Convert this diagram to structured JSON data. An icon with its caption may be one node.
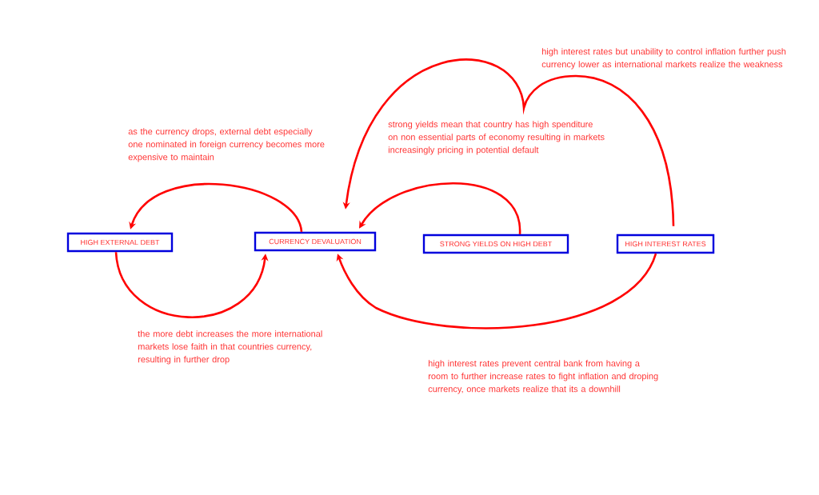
{
  "diagram": {
    "nodes": [
      {
        "text": [
          "HIGH EXTERNAL DEBT"
        ]
      },
      {
        "text": [
          "CURRENCY DEVALUATION"
        ]
      },
      {
        "text": [
          "STRONG YIELDS ON HIGH DEBT"
        ]
      },
      {
        "text": [
          "HIGH INTEREST RATES"
        ]
      }
    ],
    "edges": [
      {
        "from": 1,
        "to": 0,
        "arrow": "to",
        "label": "as the currency drops, external debt especially one nominated in foreign currency becomes more expensive to maintain"
      },
      {
        "from": 0,
        "to": 1,
        "arrow": "to",
        "label": "the more debt increases the more international markets lose faith in that countries currency, resulting in further drop"
      },
      {
        "from": 2,
        "to": 1,
        "arrow": "to",
        "label": "strong yields mean that country has high spenditure on non essential parts of economy resulting in markets increasingly pricing in potential default"
      },
      {
        "from": 3,
        "to": 1,
        "arrow": "to",
        "label": "high interest rates but unability to control inflation further push currency lower as international markets realize the weakness"
      },
      {
        "from": 3,
        "to": 1,
        "arrow": "to",
        "label": "high interest rates prevent central bank from having a room to further increase rates to fight inflation and droping currency, once markets realize that its a downhill"
      }
    ]
  }
}
